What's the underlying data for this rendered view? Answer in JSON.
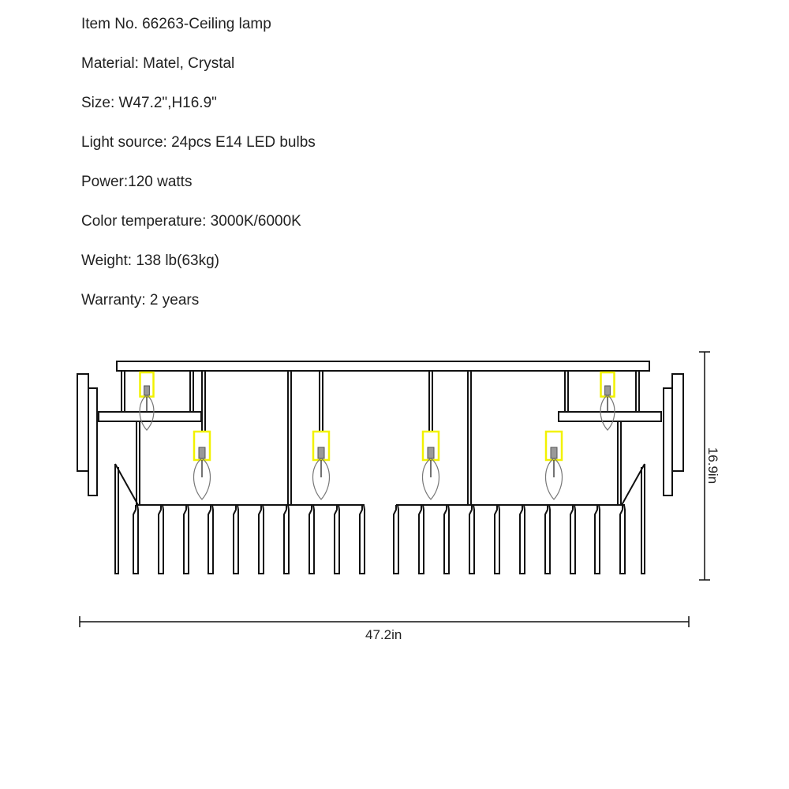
{
  "specs": [
    "Item No. 66263-Ceiling lamp",
    "Material: Matel, Crystal",
    "Size: W47.2\",H16.9\"",
    "Light source: 24pcs  E14 LED bulbs",
    "Power:120 watts",
    "Color temperature: 3000K/6000K",
    "Weight: 138 lb(63kg)",
    "Warranty: 2 years"
  ],
  "dimensions": {
    "width_label": "47.2in",
    "height_label": "16.9in"
  },
  "colors": {
    "line": "#111111",
    "socket_highlight": "#f2f200",
    "bulb": "#777777"
  }
}
